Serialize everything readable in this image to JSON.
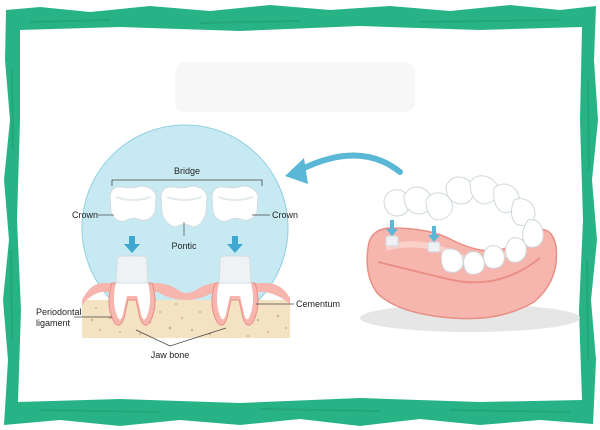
{
  "colors": {
    "frame": "#27b386",
    "frame_dark": "#1f9c73",
    "circle": "#c7eaf2",
    "circle_edge": "#8fd0e0",
    "arrow": "#5ab8d6",
    "bone": "#f4e3c3",
    "bone_dots": "#c9a877",
    "gum": "#f6b6ae",
    "gum_dark": "#e98f86",
    "tooth": "#ffffff",
    "tooth_shade": "#dfe6ea"
  },
  "labels": {
    "bridge": "Bridge",
    "crown_left": "Crown",
    "crown_right": "Crown",
    "pontic": "Pontic",
    "cementum": "Cementum",
    "periodontal_line1": "Periodontal",
    "periodontal_line2": "ligament",
    "jaw_bone": "Jaw bone"
  },
  "icons": {
    "curved_arrow": "curved-arrow-icon",
    "down_arrow": "down-arrow-icon"
  }
}
